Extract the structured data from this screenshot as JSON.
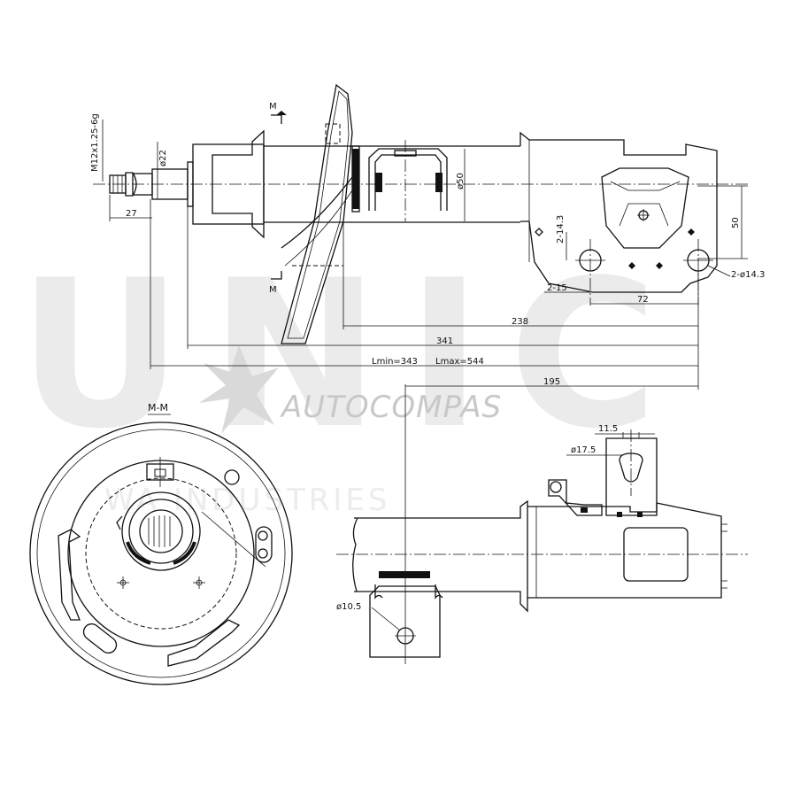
{
  "watermark": {
    "big_letters": "UNIC",
    "brand": "AUTOCOMPAS",
    "tagline": "WA INDUSTRIES"
  },
  "top_view": {
    "thread_label": "M12x1.25-6g",
    "rod_dia": "ø22",
    "tube_dia": "ø50",
    "section_mark_top": "M",
    "section_mark_bottom": "M",
    "dims": {
      "d27": "27",
      "d238": "238",
      "d341": "341",
      "lmin": "Lmin=343",
      "lmax": "Lmax=544",
      "d195": "195",
      "d72": "72",
      "d50": "50",
      "hole_2_14_3_v": "2-14.3",
      "hole_2_15": "2-15",
      "hole_2_d14_3": "2-ø14.3"
    }
  },
  "section_view": {
    "title": "M-M"
  },
  "side_view": {
    "d11_5": "11.5",
    "d17_5": "ø17.5",
    "d10_5": "ø10.5"
  }
}
